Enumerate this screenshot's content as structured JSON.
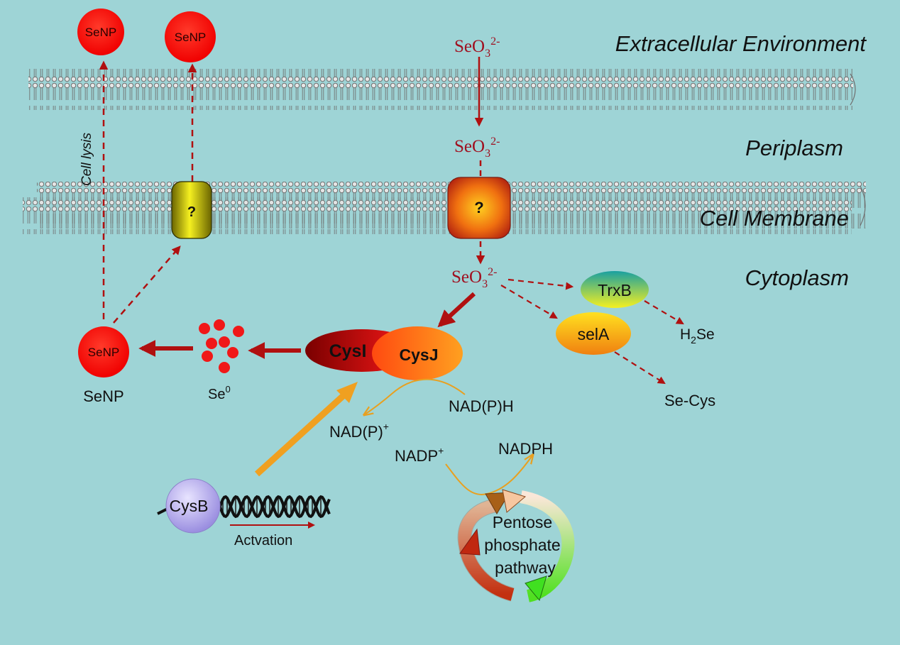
{
  "regions": {
    "extracellular": "Extracellular Environment",
    "periplasm": "Periplasm",
    "membrane": "Cell Membrane",
    "cytoplasm": "Cytoplasm"
  },
  "nodes": {
    "senp_out_1": "SeNP",
    "senp_out_2": "SeNP",
    "senp_cyto": "SeNP",
    "senp_caption": "SeNP",
    "se0_base": "Se",
    "se0_sup": "0",
    "cysi": "CysI",
    "cysj": "CysJ",
    "trxb": "TrxB",
    "sela": "selA",
    "cysb": "CysB",
    "transporter_1": "?",
    "transporter_2": "?",
    "ppp_line1": "Pentose",
    "ppp_line2": "phosphate",
    "ppp_line3": "pathway"
  },
  "selenite": {
    "base": "SeO",
    "sub": "3",
    "sup": "2-"
  },
  "h2se": {
    "pre": "H",
    "sub": "2",
    "post": "Se"
  },
  "labels": {
    "cell_lysis": "Cell lysis",
    "se_cys": "Se-Cys",
    "nadph_1": "NAD(P)H",
    "nadp_plus_1_base": "NAD(P)",
    "nadp_plus_1_sup": "+",
    "nadp_plus_2_base": "NADP",
    "nadp_plus_2_sup": "+",
    "nadph_2": "NADPH",
    "activation": "Actvation"
  },
  "colors": {
    "background": "#9ed4d6",
    "arrow_red": "#b01010",
    "arrow_orange": "#f0a020",
    "selenite_text": "#a01020",
    "senp_red": "#ff1010"
  }
}
